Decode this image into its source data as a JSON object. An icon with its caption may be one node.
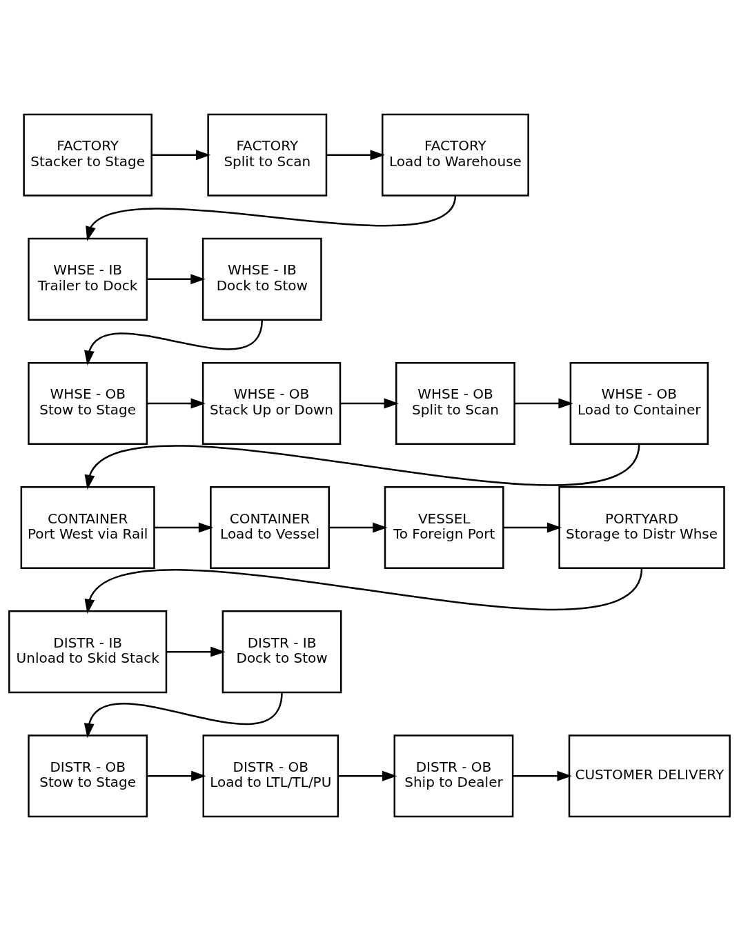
{
  "diagram": {
    "nodes": [
      {
        "text": [
          "FACTORY",
          "Stacker to Stage"
        ]
      },
      {
        "text": [
          "FACTORY",
          "Split to Scan"
        ]
      },
      {
        "text": [
          "FACTORY",
          "Load to Warehouse"
        ]
      },
      {
        "text": [
          "WHSE - IB",
          "Trailer to Dock"
        ]
      },
      {
        "text": [
          "WHSE - IB",
          "Dock to Stow"
        ]
      },
      {
        "text": [
          "WHSE - OB",
          "Stow to Stage"
        ]
      },
      {
        "text": [
          "WHSE - OB",
          "Stack Up or Down"
        ]
      },
      {
        "text": [
          "WHSE - OB",
          "Split to Scan"
        ]
      },
      {
        "text": [
          "WHSE - OB",
          "Load to Container"
        ]
      },
      {
        "text": [
          "CONTAINER",
          "Port West via Rail"
        ]
      },
      {
        "text": [
          "CONTAINER",
          "Load to Vessel"
        ]
      },
      {
        "text": [
          "VESSEL",
          "To Foreign Port"
        ]
      },
      {
        "text": [
          "PORTYARD",
          "Storage to Distr Whse"
        ]
      },
      {
        "text": [
          "DISTR - IB",
          "Unload to Skid Stack"
        ]
      },
      {
        "text": [
          "DISTR - IB",
          "Dock to Stow"
        ]
      },
      {
        "text": [
          "DISTR - OB",
          "Stow to Stage"
        ]
      },
      {
        "text": [
          "DISTR - OB",
          "Load to LTL/TL/PU"
        ]
      },
      {
        "text": [
          "DISTR - OB",
          "Ship to Dealer"
        ]
      },
      {
        "text": [
          "CUSTOMER DELIVERY"
        ]
      }
    ],
    "edges": [
      {
        "from": 0,
        "to": 1,
        "arrow": "to"
      },
      {
        "from": 1,
        "to": 2,
        "arrow": "to"
      },
      {
        "from": 2,
        "to": 3,
        "arrow": "to"
      },
      {
        "from": 3,
        "to": 4,
        "arrow": "to"
      },
      {
        "from": 4,
        "to": 5,
        "arrow": "to"
      },
      {
        "from": 5,
        "to": 6,
        "arrow": "to"
      },
      {
        "from": 6,
        "to": 7,
        "arrow": "to"
      },
      {
        "from": 7,
        "to": 8,
        "arrow": "to"
      },
      {
        "from": 8,
        "to": 9,
        "arrow": "to"
      },
      {
        "from": 9,
        "to": 10,
        "arrow": "to"
      },
      {
        "from": 10,
        "to": 11,
        "arrow": "to"
      },
      {
        "from": 11,
        "to": 12,
        "arrow": "to"
      },
      {
        "from": 12,
        "to": 13,
        "arrow": "to"
      },
      {
        "from": 13,
        "to": 14,
        "arrow": "to"
      },
      {
        "from": 14,
        "to": 15,
        "arrow": "to"
      },
      {
        "from": 15,
        "to": 16,
        "arrow": "to"
      },
      {
        "from": 16,
        "to": 17,
        "arrow": "to"
      },
      {
        "from": 17,
        "to": 18,
        "arrow": "to"
      }
    ]
  }
}
